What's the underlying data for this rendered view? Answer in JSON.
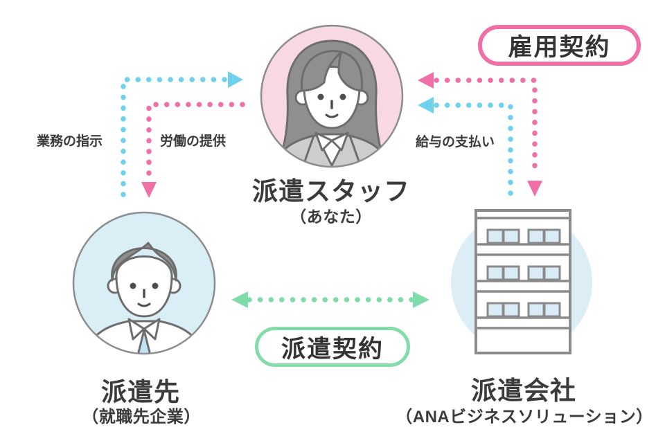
{
  "diagram": {
    "title_hint": "temp-staffing relationship diagram",
    "staff": {
      "title": "派遣スタッフ",
      "subtitle": "（あなた）"
    },
    "client": {
      "title": "派遣先",
      "subtitle": "（就職先企業）"
    },
    "agency": {
      "title": "派遣会社",
      "subtitle": "（ANAビジネスソリューション）"
    },
    "badges": {
      "employment_contract": "雇用契約",
      "dispatch_contract": "派遣契約"
    },
    "arrow_labels": {
      "instruction": "業務の指示",
      "labor": "労働の提供",
      "salary": "給与の支払い"
    },
    "colors": {
      "pink": "#f06fa6",
      "blue": "#70d1ee",
      "green": "#7fdcaa",
      "text": "#3b3b3b",
      "outline_gray": "#6d6d6d",
      "circle_border": "#8d8d8d",
      "staff_circle_bg": "#f8d8e2",
      "client_circle_bg": "#daeef5",
      "agency_circle_bg": "#dcedf6",
      "window_blue": "#d9ecf6"
    }
  }
}
